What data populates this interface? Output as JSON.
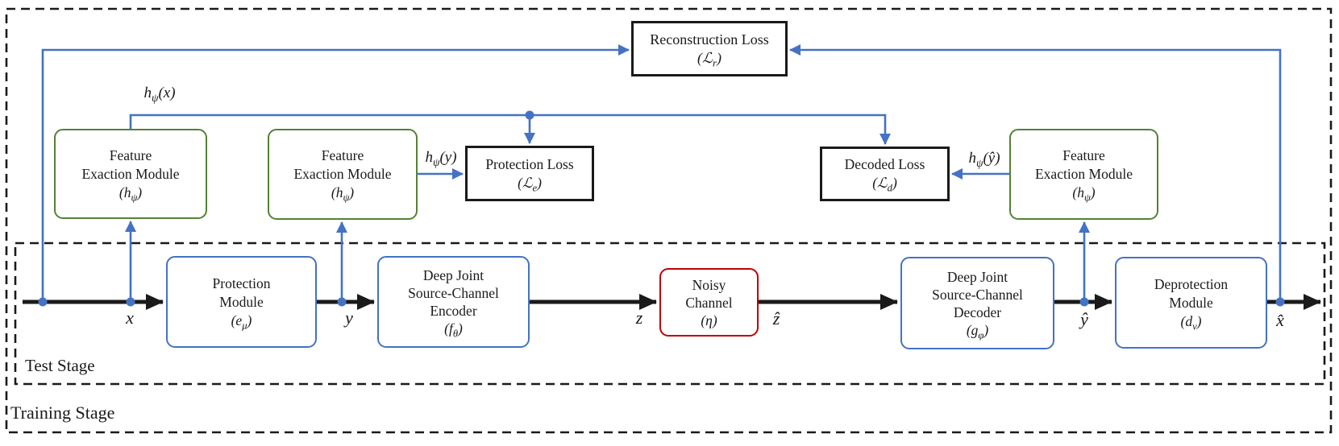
{
  "figure": {
    "type": "block-diagram",
    "description_visible_text_only": true
  },
  "colors": {
    "blue": "#4472C4",
    "green": "#548235",
    "red": "#C00000",
    "black": "#1a1a1a"
  },
  "stages": {
    "outer_label": "Training Stage",
    "inner_label": "Test Stage"
  },
  "nodes": {
    "reconstruction_loss": {
      "lines": [
        "Reconstruction Loss"
      ],
      "sym": {
        "pre": "(ℒ",
        "sub": "r",
        "post": ")"
      }
    },
    "protection_loss": {
      "lines": [
        "Protection Loss"
      ],
      "sym": {
        "pre": "(ℒ",
        "sub": "e",
        "post": ")"
      }
    },
    "decoded_loss": {
      "lines": [
        "Decoded Loss"
      ],
      "sym": {
        "pre": "(ℒ",
        "sub": "d",
        "post": ")"
      }
    },
    "feature_x": {
      "lines": [
        "Feature",
        "Exaction Module"
      ],
      "sym": {
        "pre": "(h",
        "sub": "ψ",
        "post": ")"
      }
    },
    "feature_y": {
      "lines": [
        "Feature",
        "Exaction Module"
      ],
      "sym": {
        "pre": "(h",
        "sub": "ψ",
        "post": ")"
      }
    },
    "feature_yhat": {
      "lines": [
        "Feature",
        "Exaction Module"
      ],
      "sym": {
        "pre": "(h",
        "sub": "ψ",
        "post": ")"
      }
    },
    "protection_module": {
      "lines": [
        "Protection",
        "Module"
      ],
      "sym": {
        "pre": "(e",
        "sub": "μ",
        "post": ")"
      }
    },
    "encoder": {
      "lines": [
        "Deep Joint",
        "Source-Channel",
        "Encoder"
      ],
      "sym": {
        "pre": "(f",
        "sub": "θ",
        "post": ")"
      }
    },
    "noisy_channel": {
      "lines": [
        "Noisy",
        "Channel"
      ],
      "sym": {
        "pre": "(η)",
        "sub": "",
        "post": ""
      }
    },
    "decoder": {
      "lines": [
        "Deep Joint",
        "Source-Channel",
        "Decoder"
      ],
      "sym": {
        "pre": "(g",
        "sub": "φ",
        "post": ")"
      }
    },
    "deprotection_module": {
      "lines": [
        "Deprotection",
        "Module"
      ],
      "sym": {
        "pre": "(d",
        "sub": "v",
        "post": ")"
      }
    }
  },
  "edge_labels": {
    "x": "x",
    "y": "y",
    "z": "z",
    "z_hat": "ẑ",
    "y_hat": "ŷ",
    "x_hat": "x̂",
    "h_x": {
      "pre": "h",
      "sub": "ψ",
      "post": "(x)"
    },
    "h_y": {
      "pre": "h",
      "sub": "ψ",
      "post": "(y)"
    },
    "h_yhat": {
      "pre": "h",
      "sub": "ψ",
      "post": "(ŷ)"
    }
  }
}
